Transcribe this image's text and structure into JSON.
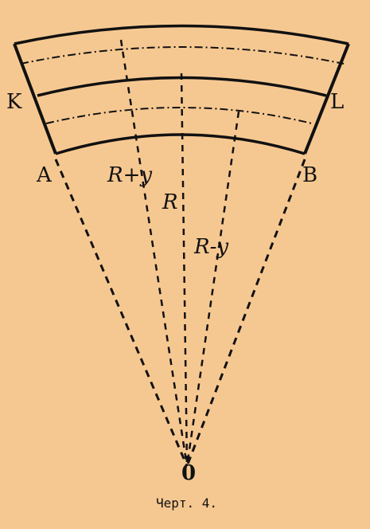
{
  "labels": {
    "K": "K",
    "L": "L",
    "A": "A",
    "B": "B",
    "O": "0",
    "r_plus_y": "R+y",
    "r": "R",
    "r_minus_y": "R-y"
  },
  "caption": "Черт. 4.",
  "colors": {
    "background": "#f6c891",
    "ink": "#111111"
  }
}
